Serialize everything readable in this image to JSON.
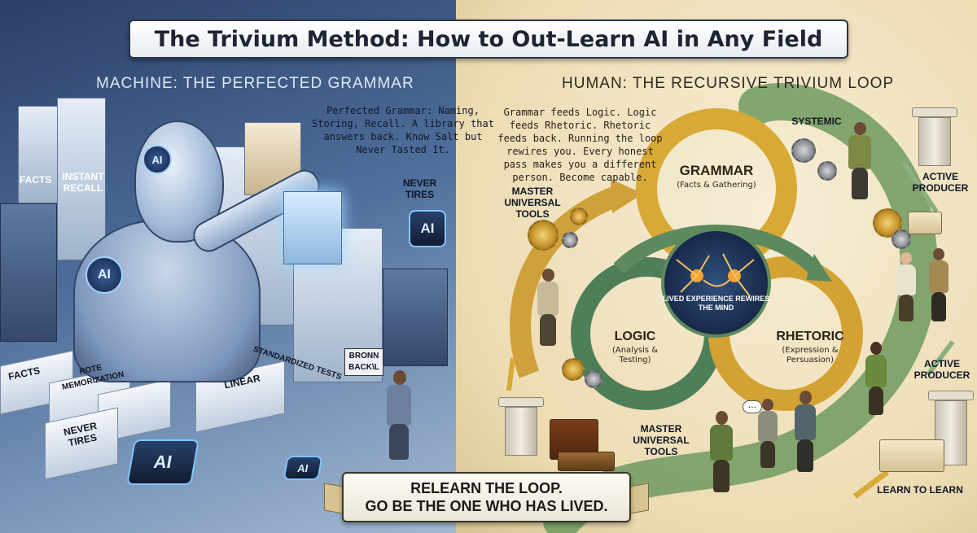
{
  "title": "The Trivium Method: How to Out-Learn AI in Any Field",
  "left": {
    "heading": "MACHINE: THE PERFECTED GRAMMAR",
    "description": "Perfected Grammar: Naming, Storing, Recall. A library that answers back. Know Salt but Never Tasted It.",
    "labels": {
      "facts_top": "FACTS",
      "instant_recall": "INSTANT RECALL",
      "never_tires_top": "NEVER TIRES",
      "facts_bottom": "FACTS",
      "rote_memorization": "ROTE MEMORIZATION",
      "standardized_tests": "STANDARDIZED TESTS",
      "linear": "LINEAR",
      "never_tires_bottom": "NEVER TIRES",
      "bronn_back": "BRONN BACK\\L"
    },
    "ai_badges": [
      "AI",
      "AI",
      "AI",
      "AI",
      "AI"
    ]
  },
  "right": {
    "heading": "HUMAN: THE RECURSIVE TRIVIUM LOOP",
    "description": "Grammar feeds Logic. Logic feeds Rhetoric. Rhetoric feeds back. Running the loop rewires you. Every honest pass makes you a different person. Become capable.",
    "loops": {
      "grammar": {
        "title": "GRAMMAR",
        "sub": "(Facts & Gathering)"
      },
      "logic": {
        "title": "LOGIC",
        "sub": "(Analysis & Testing)"
      },
      "rhetoric": {
        "title": "RHETORIC",
        "sub": "(Expression & Persuasion)"
      }
    },
    "center": "LIVED EXPERIENCE REWIRES THE MIND",
    "labels": {
      "systemic": "SYSTEMIC",
      "active_producer_top": "ACTIVE PRODUCER",
      "master_universal_tools_top": "MASTER UNIVERSAL TOOLS",
      "active_producer_bottom": "ACTIVE PRODUCER",
      "master_universal_tools_bottom": "MASTER UNIVERSAL TOOLS",
      "learn_to_learn": "LEARN TO LEARN"
    }
  },
  "banner": {
    "line1": "RELEARN THE LOOP.",
    "line2": "GO BE THE ONE WHO HAS LIVED."
  },
  "colors": {
    "machine_blue": "#2a3f66",
    "glow": "#9fd7ff",
    "gold": "#d6a93a",
    "green": "#5c8a5e",
    "parchment": "#f1e5c6"
  }
}
